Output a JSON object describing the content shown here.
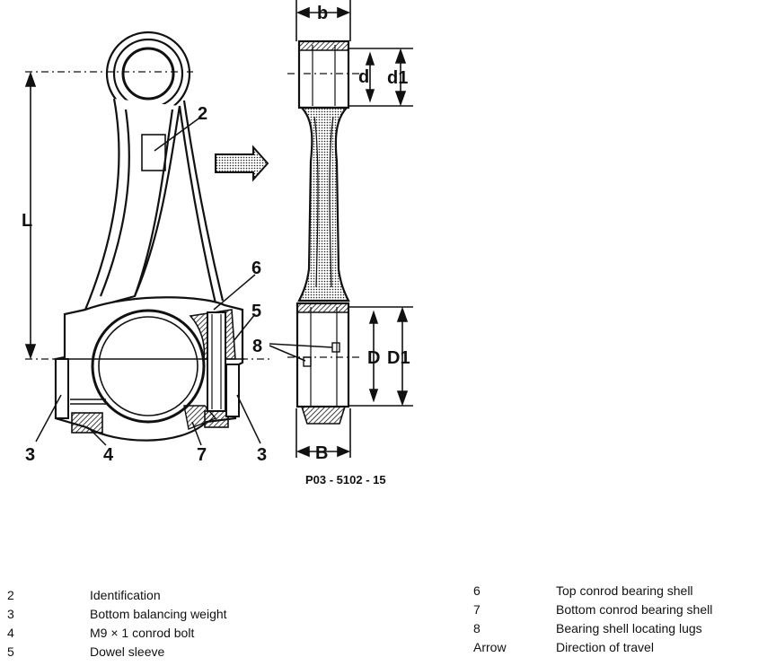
{
  "callouts": {
    "c2": "2",
    "c3_left": "3",
    "c4": "4",
    "c7": "7",
    "c3_right": "3",
    "c6": "6",
    "c5": "5",
    "c8": "8"
  },
  "dimensions": {
    "L": "L",
    "d": "d",
    "d1": "d1",
    "b_top": "b",
    "D": "D",
    "D1": "D1",
    "B": "B"
  },
  "figure_code": "P03 - 5102 - 15",
  "legend": {
    "left": [
      {
        "key": "2",
        "text": "Identification"
      },
      {
        "key": "3",
        "text": "Bottom balancing weight"
      },
      {
        "key": "4",
        "text": "M9 × 1 conrod bolt"
      },
      {
        "key": "5",
        "text": "Dowel sleeve"
      }
    ],
    "right": [
      {
        "key": "6",
        "text": "Top conrod bearing shell"
      },
      {
        "key": "7",
        "text": "Bottom conrod bearing shell"
      },
      {
        "key": "8",
        "text": "Bearing shell locating lugs"
      },
      {
        "key": "Arrow",
        "text": "Direction of travel"
      }
    ]
  },
  "icons": {
    "direction_arrow": "right-arrow-icon"
  }
}
